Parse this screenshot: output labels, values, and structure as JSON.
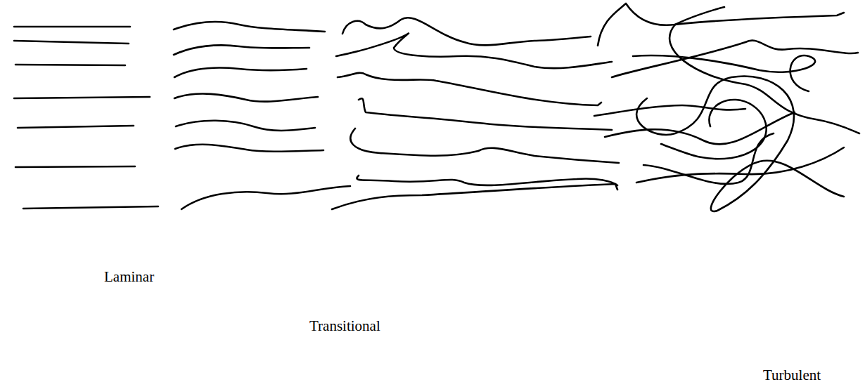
{
  "diagram": {
    "labels": [
      "Laminar",
      "Transitional",
      "Turbulent"
    ]
  }
}
